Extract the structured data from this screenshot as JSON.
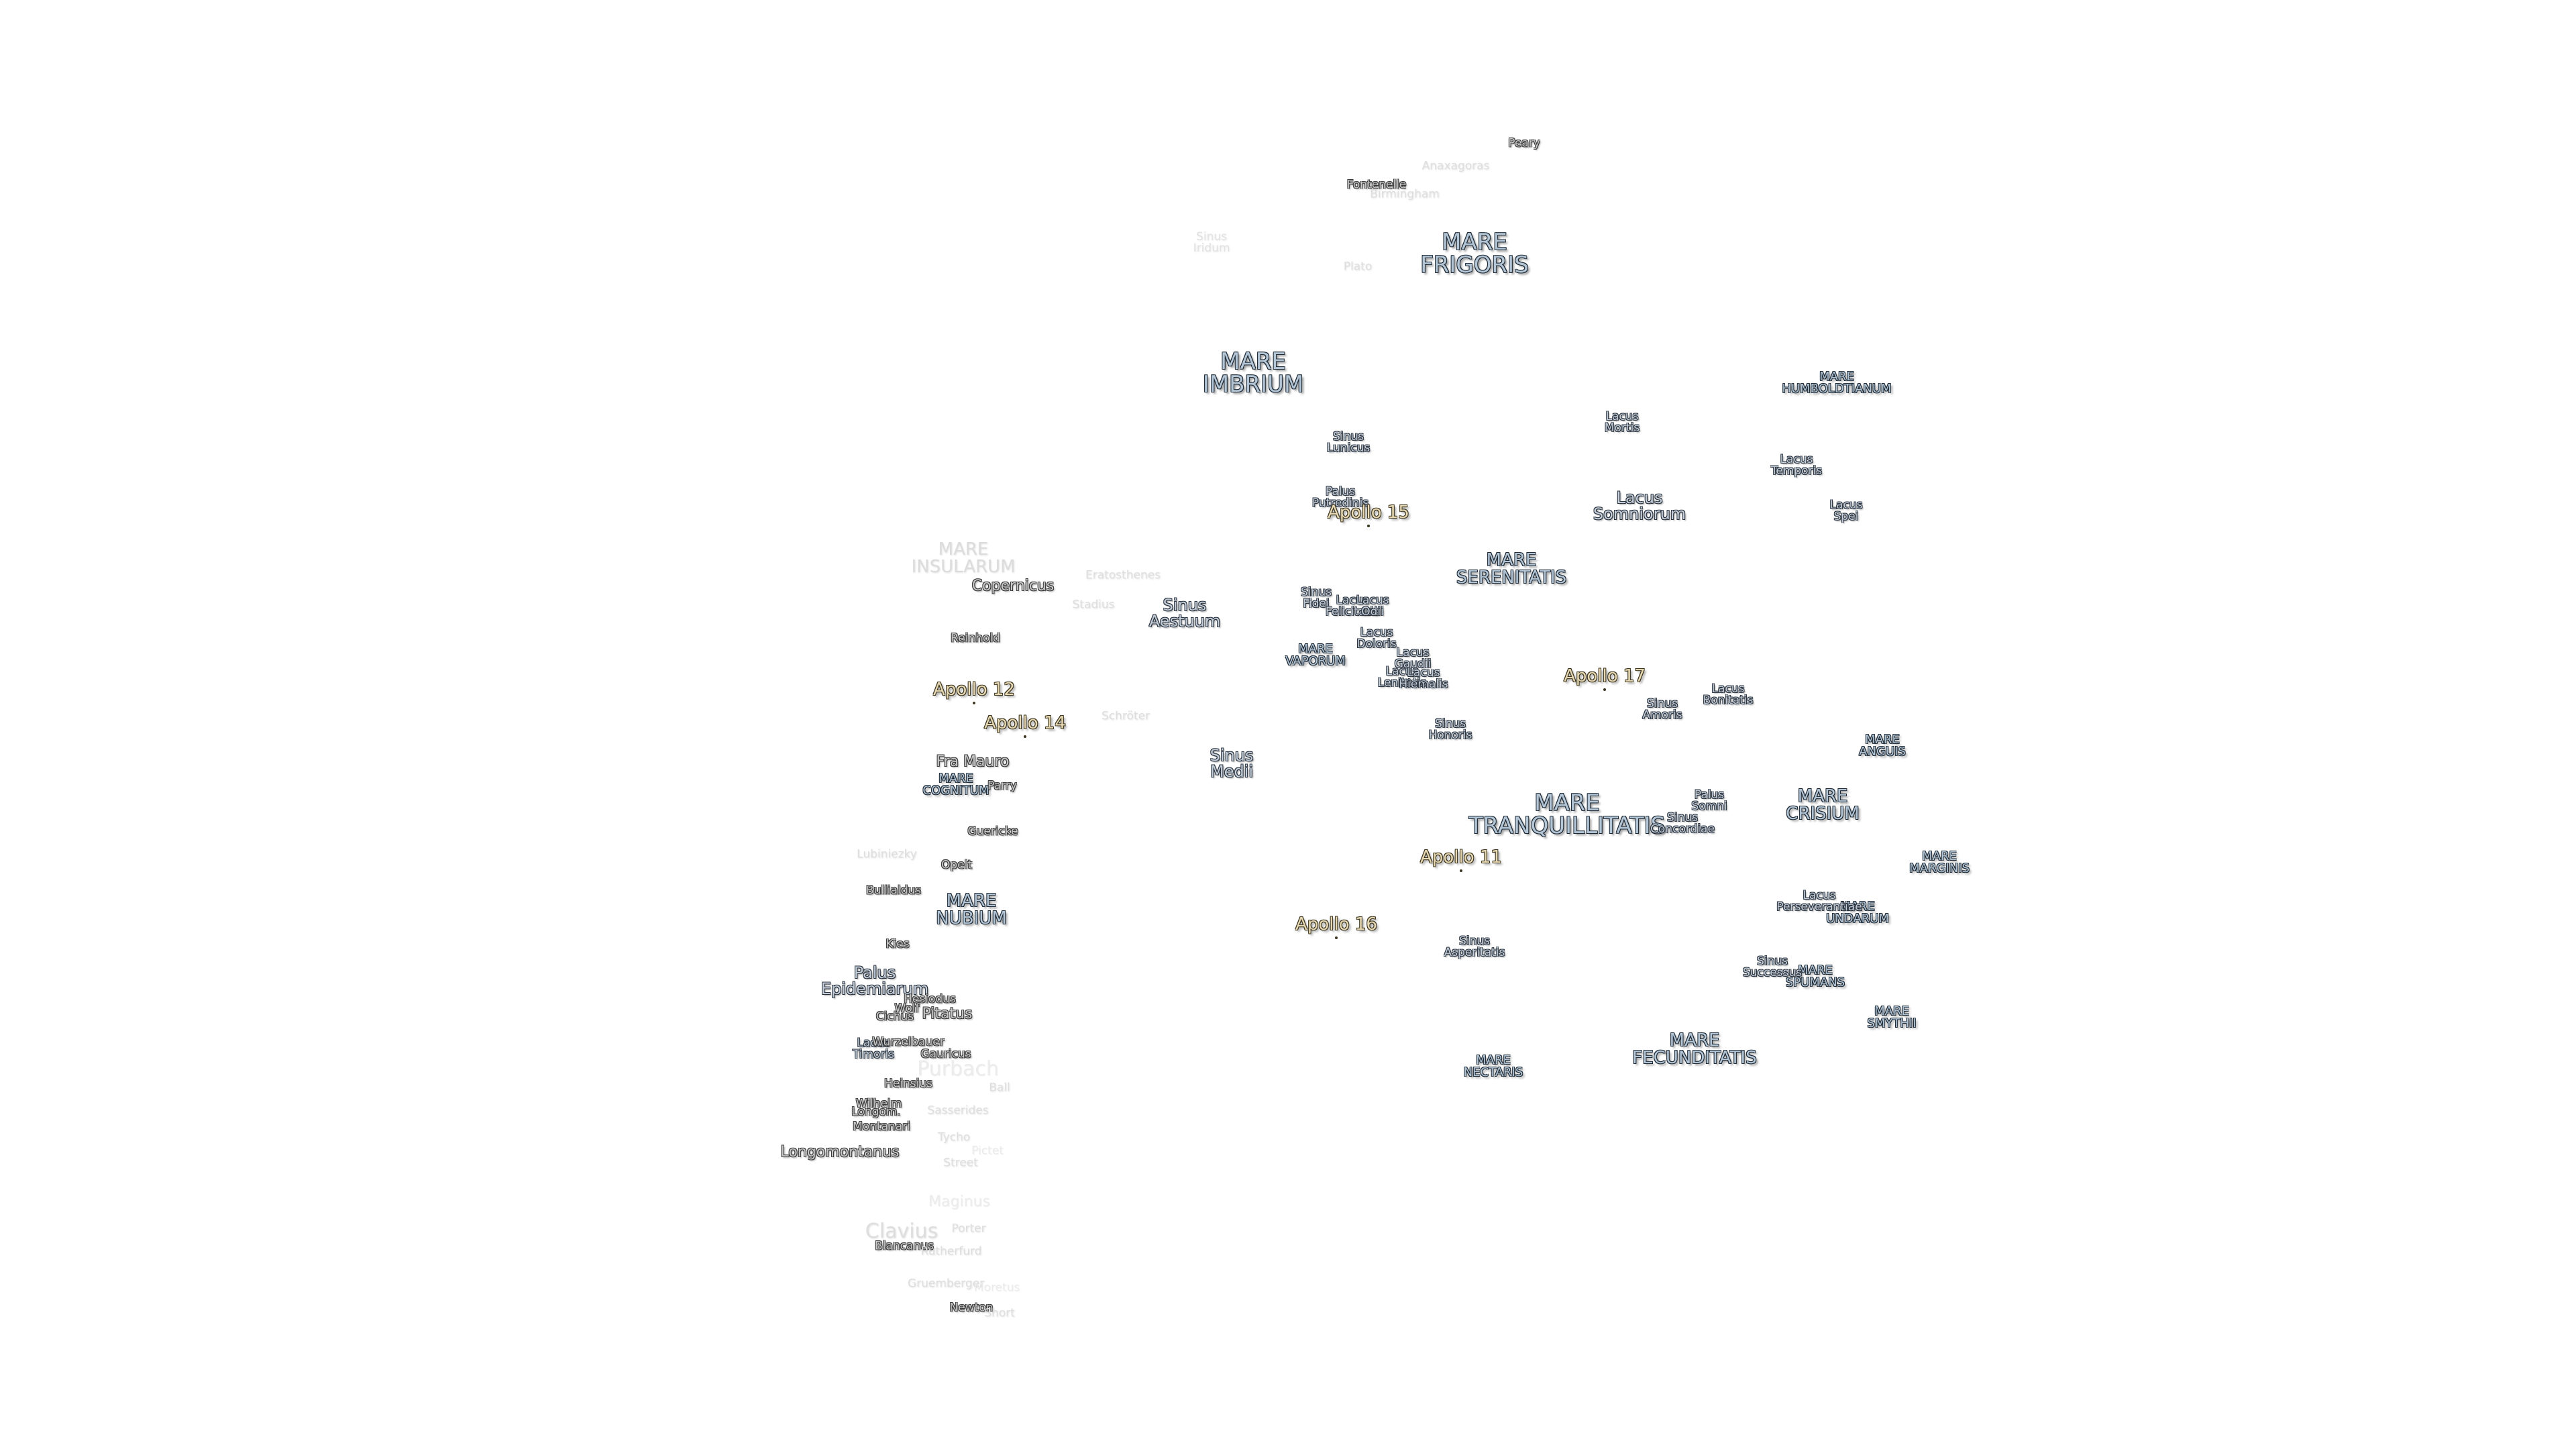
{
  "map": {
    "seas": {
      "mare_frigoris": [
        "MARE",
        "FRIGORIS"
      ],
      "mare_imbrium": [
        "MARE",
        "IMBRIUM"
      ],
      "mare_humboldtianum": [
        "MARE",
        "HUMBOLDTIANUM"
      ],
      "mare_insularum": [
        "MARE",
        "INSULARUM"
      ],
      "mare_serenitatis": [
        "MARE",
        "SERENITATIS"
      ],
      "mare_vaporum": [
        "MARE",
        "VAPORUM"
      ],
      "mare_anguis": [
        "MARE",
        "ANGUIS"
      ],
      "mare_cognitum": [
        "MARE",
        "COGNITUM"
      ],
      "mare_tranquillitatis": [
        "MARE",
        "TRANQUILLITATIS"
      ],
      "mare_crisium": [
        "MARE",
        "CRISIUM"
      ],
      "mare_marginis": [
        "MARE",
        "MARGINIS"
      ],
      "mare_nubium": [
        "MARE",
        "NUBIUM"
      ],
      "mare_undarum": [
        "MARE",
        "UNDARUM"
      ],
      "mare_spumans": [
        "MARE",
        "SPUMANS"
      ],
      "mare_smythii": [
        "MARE",
        "SMYTHII"
      ],
      "mare_fecunditatis": [
        "MARE",
        "FECUNDITATIS"
      ],
      "mare_nectaris": [
        "MARE",
        "NECTARIS"
      ]
    },
    "features": {
      "sinus_iridum": [
        "Sinus",
        "Iridum"
      ],
      "lacus_mortis": [
        "Lacus",
        "Mortis"
      ],
      "sinus_lunicus": [
        "Sinus",
        "Lunicus"
      ],
      "lacus_temporis": [
        "Lacus",
        "Temporis"
      ],
      "palus_putredinis": [
        "Palus",
        "Putredinis"
      ],
      "lacus_somniorum": [
        "Lacus",
        "Somniorum"
      ],
      "lacus_spei": [
        "Lacus",
        "Spei"
      ],
      "sinus_aestuum": [
        "Sinus",
        "Aestuum"
      ],
      "sinus_fidei": [
        "Sinus",
        "Fidei"
      ],
      "lacus_felicitatis": [
        "Lacus",
        "Felicitatis"
      ],
      "lacus_odii": [
        "Lacus",
        "Odii"
      ],
      "lacus_doloris": [
        "Lacus",
        "Doloris"
      ],
      "lacus_gaudii": [
        "Lacus",
        "Gaudii"
      ],
      "lacus_lenitatis": [
        "Lacus",
        "Lenitatis"
      ],
      "lacus_hiemalis": [
        "Lacus",
        "Hiemalis"
      ],
      "lacus_bonitatis": [
        "Lacus",
        "Bonitatis"
      ],
      "sinus_amoris": [
        "Sinus",
        "Amoris"
      ],
      "sinus_honoris": [
        "Sinus",
        "Honoris"
      ],
      "sinus_medii": [
        "Sinus",
        "Medii"
      ],
      "palus_somni": [
        "Palus",
        "Somni"
      ],
      "sinus_concordiae": [
        "Sinus",
        "Concordiae"
      ],
      "lacus_perseverantiae": [
        "Lacus",
        "Perseverantiae"
      ],
      "sinus_asperitatis": [
        "Sinus",
        "Asperitatis"
      ],
      "sinus_successus": [
        "Sinus",
        "Successus"
      ],
      "palus_epidemiarum": [
        "Palus",
        "Epidemiarum"
      ],
      "lacus_timoris": [
        "Lacus",
        "Timoris"
      ]
    },
    "craters": {
      "peary": "Peary",
      "anaxagoras": "Anaxagoras",
      "fontenelle": "Fontenelle",
      "birmingham": "Birmingham",
      "plato": "Plato",
      "copernicus": "Copernicus",
      "eratosthenes": "Eratosthenes",
      "stadius": "Stadius",
      "reinhold": "Reinhold",
      "schroter": "Schröter",
      "fra_mauro": "Fra Mauro",
      "parry": "Parry",
      "guericke": "Guericke",
      "lubiniezky": "Lubiniezky",
      "opelt": "Opelt",
      "bullialdus": "Bullialdus",
      "kies": "Kies",
      "hesiodus": "Hesiodus",
      "pitatus": "Pitatus",
      "wolf": "Wolf",
      "cichus": "Cichus",
      "wurzelbauer": "Wurzelbauer",
      "gauricus": "Gauricus",
      "purbach": "Purbach",
      "heinsius": "Heinsius",
      "ball": "Ball",
      "wilhelm": "Wilhelm",
      "longomontanus_small": "Longom.",
      "sasserides": "Sasserides",
      "montanari": "Montanari",
      "tycho": "Tycho",
      "pictet": "Pictet",
      "longomontanus": "Longomontanus",
      "street": "Street",
      "maginus": "Maginus",
      "clavius": "Clavius",
      "porter": "Porter",
      "blancanus": "Blancanus",
      "rutherfurd": "Rutherfurd",
      "gruemberger": "Gruemberger",
      "newton": "Newton",
      "short": "Short",
      "moretus": "Moretus"
    },
    "apollo": {
      "a15": "Apollo 15",
      "a12": "Apollo 12",
      "a14": "Apollo 14",
      "a17": "Apollo 17",
      "a11": "Apollo 11",
      "a16": "Apollo 16"
    }
  }
}
